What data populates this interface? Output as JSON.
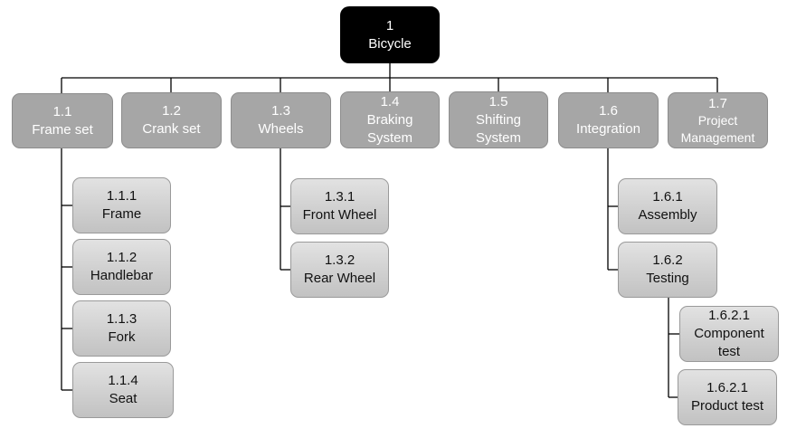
{
  "colors": {
    "root_fill": "#000000",
    "level1_fill": "#a6a6a6",
    "level2_fill": "#d4d4d4",
    "connector": "#000000"
  },
  "root": {
    "id": "1",
    "label": "Bicycle"
  },
  "level1": [
    {
      "id": "1.1",
      "label": "Frame set"
    },
    {
      "id": "1.2",
      "label": "Crank set"
    },
    {
      "id": "1.3",
      "label": "Wheels"
    },
    {
      "id": "1.4",
      "label": "Braking System"
    },
    {
      "id": "1.5",
      "label": "Shifting System"
    },
    {
      "id": "1.6",
      "label": "Integration"
    },
    {
      "id": "1.7",
      "label": "Project Management"
    }
  ],
  "frame_set_children": [
    {
      "id": "1.1.1",
      "label": "Frame"
    },
    {
      "id": "1.1.2",
      "label": "Handlebar"
    },
    {
      "id": "1.1.3",
      "label": "Fork"
    },
    {
      "id": "1.1.4",
      "label": "Seat"
    }
  ],
  "wheels_children": [
    {
      "id": "1.3.1",
      "label": "Front Wheel"
    },
    {
      "id": "1.3.2",
      "label": "Rear Wheel"
    }
  ],
  "integration_children": [
    {
      "id": "1.6.1",
      "label": "Assembly"
    },
    {
      "id": "1.6.2",
      "label": "Testing"
    }
  ],
  "testing_children": [
    {
      "id": "1.6.2.1",
      "label": "Component test"
    },
    {
      "id": "1.6.2.1",
      "label": "Product test"
    }
  ]
}
